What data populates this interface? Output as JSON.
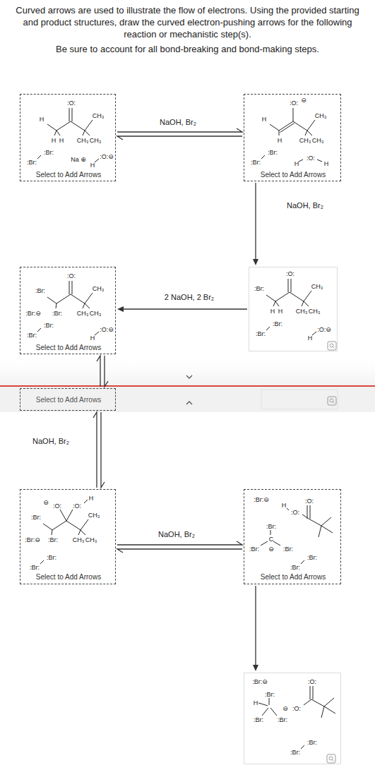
{
  "diagram": {
    "title": "Curved arrows are used to illustrate the flow of electrons. Using the provided starting and product structures, draw the curved electron-pushing arrows for the following reaction or mechanistic step(s).",
    "nodes": [
      {
        "text": [
          ":O:",
          "H",
          "CH₃",
          "H",
          "H",
          "CH₃",
          "CH₃",
          ":Br:",
          ":Br:",
          "Na ⊕",
          "H",
          ":O:⊖",
          "Select to Add Arrows"
        ]
      },
      {
        "text": [
          ":O:",
          "⊖",
          "H",
          "H",
          "CH₃",
          "CH₃",
          "CH₃",
          ":Br:",
          ":Br:",
          "H",
          ":O:",
          "H",
          "Select to Add Arrows"
        ]
      },
      {
        "text": [
          ":O:",
          ":Br:",
          "CH₃",
          "H",
          "H",
          "CH₃",
          "CH₃",
          ":Br:",
          ":Br:",
          "H",
          ":O:⊖"
        ]
      },
      {
        "text": [
          ":O:",
          ":Br:",
          "CH₃",
          ":Br:⊖",
          ":Br:",
          "CH₃",
          "CH₃",
          ":Br:",
          ":Br:",
          "H",
          ":O:⊖",
          "Select to Add Arrows"
        ]
      },
      {
        "text": [
          "Select to Add Arrows"
        ]
      },
      {
        "text": [
          "⊖",
          ":O:",
          ":O:",
          "H",
          ":Br:",
          "CH₃",
          ":Br:⊖",
          ":Br:",
          "CH₃",
          "CH₃",
          ":Br:",
          ":Br:",
          "Select to Add Arrows"
        ]
      },
      {
        "text": [
          ":Br:⊖",
          "H",
          ":O:",
          ":O:",
          ":Br:",
          "C",
          ":Br:",
          "⊖",
          ":Br:",
          ":Br:",
          ":Br:",
          "Select to Add Arrows"
        ]
      },
      {
        "text": [
          ":Br:⊖",
          ":Br:",
          "H",
          ":O:",
          ":O:",
          "⊖",
          ":Br:",
          ":Br:",
          ":Br:",
          ":Br:"
        ]
      }
    ],
    "edges": [
      {
        "from": 0,
        "to": 1,
        "arrow": "both",
        "label": "NaOH, Br₂"
      },
      {
        "from": 1,
        "to": 2,
        "arrow": "to",
        "label": "NaOH, Br₂"
      },
      {
        "from": 2,
        "to": 3,
        "arrow": "to",
        "label": "2 NaOH, 2 Br₂"
      },
      {
        "from": 3,
        "to": 4,
        "arrow": "both"
      },
      {
        "from": 4,
        "to": 5,
        "arrow": "both",
        "label": "NaOH, Br₂"
      },
      {
        "from": 5,
        "to": 6,
        "arrow": "both",
        "label": "NaOH, Br₂"
      },
      {
        "from": 6,
        "to": 7,
        "arrow": "to"
      }
    ],
    "labels": [
      "Be sure to account for all bond-breaking and bond-making steps."
    ]
  }
}
